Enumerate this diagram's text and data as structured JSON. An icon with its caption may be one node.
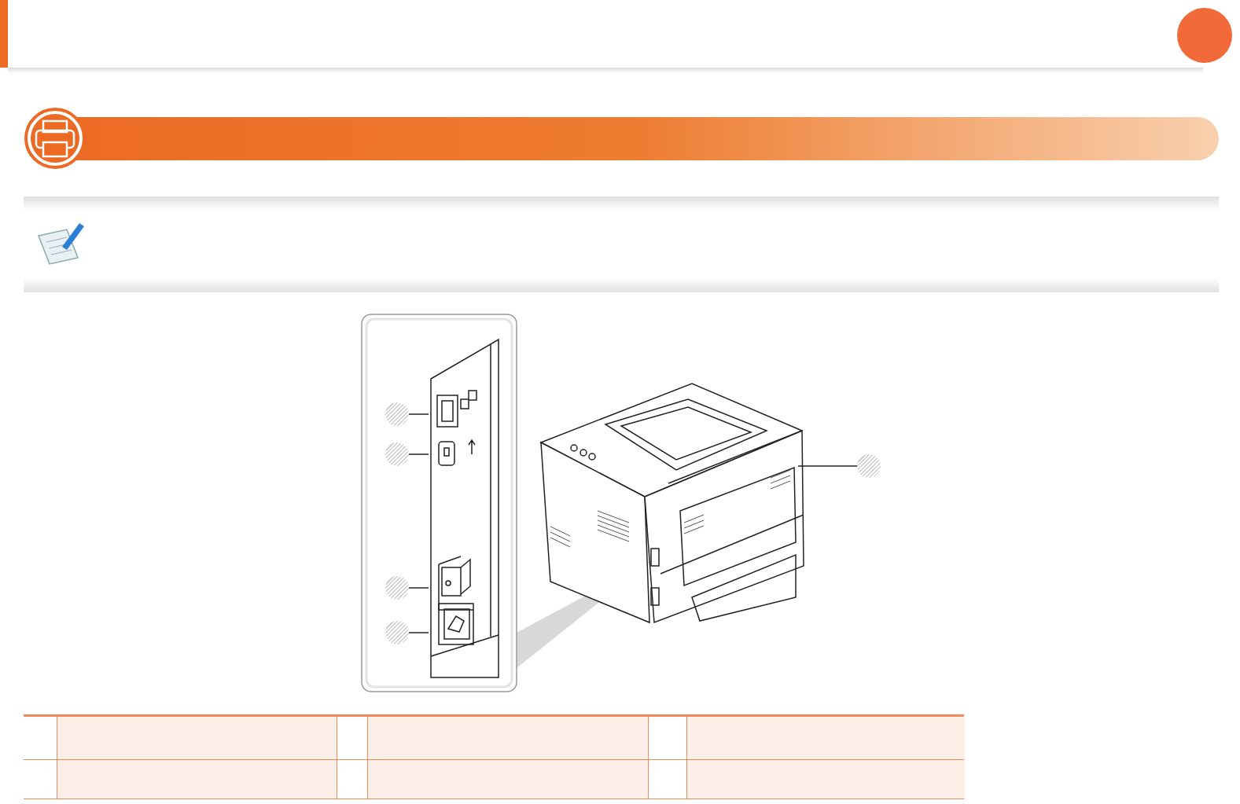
{
  "diagram": {
    "nodes": [
      {
        "text": [],
        "shape": "circle"
      },
      {
        "text": [],
        "shape": "circle"
      },
      {
        "text": [],
        "shape": "circle"
      },
      {
        "text": [],
        "shape": "circle"
      },
      {
        "text": [],
        "shape": "circle"
      }
    ],
    "edges": [
      {
        "from": 0,
        "to": null,
        "arrow": "none"
      },
      {
        "from": 1,
        "to": null,
        "arrow": "none"
      },
      {
        "from": 2,
        "to": null,
        "arrow": "none"
      },
      {
        "from": 3,
        "to": null,
        "arrow": "none"
      },
      {
        "from": 4,
        "to": null,
        "arrow": "none"
      }
    ]
  }
}
